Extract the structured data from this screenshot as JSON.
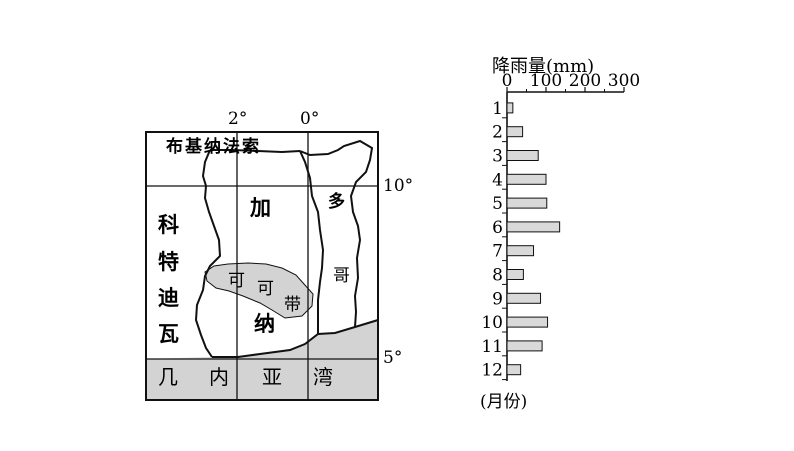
{
  "map": {
    "coords": {
      "lon_2": "2°",
      "lon_0": "0°",
      "lat_10": "10°",
      "lat_5": "5°"
    },
    "labels": {
      "burkina_faso": "布基纳法索",
      "ghana_1": "加",
      "ghana_2": "纳",
      "cote_divoire_1": "科",
      "cote_divoire_2": "特",
      "cote_divoire_3": "迪",
      "cote_divoire_4": "瓦",
      "togo_1": "多",
      "togo_2": "哥",
      "cocoa_1": "可",
      "cocoa_2": "可",
      "cocoa_3": "带",
      "gulf_1": "几",
      "gulf_2": "内",
      "gulf_3": "亚",
      "gulf_4": "湾"
    },
    "colors": {
      "cocoa_zone": "#d3d3d3",
      "sea": "#d3d3d3",
      "line": "#000000"
    }
  },
  "chart_data": {
    "type": "bar",
    "orientation": "horizontal",
    "title": "降雨量(mm)",
    "ylabel": "(月份)",
    "x_ticks": [
      "0",
      "100",
      "200",
      "300"
    ],
    "xlim": [
      0,
      300
    ],
    "categories": [
      "1",
      "2",
      "3",
      "4",
      "5",
      "6",
      "7",
      "8",
      "9",
      "10",
      "11",
      "12"
    ],
    "values": [
      15,
      40,
      80,
      100,
      102,
      135,
      68,
      42,
      86,
      104,
      90,
      35
    ],
    "bar_color": "#d9d9d9"
  }
}
